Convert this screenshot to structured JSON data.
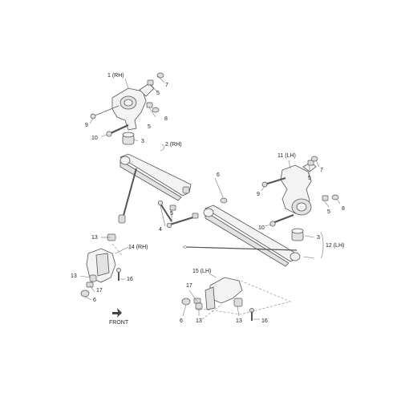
{
  "labels": {
    "knuckle_rh": "1 (RH)",
    "leaf_spring_rh": "2 (RH)",
    "knuckle_lh": "11 (LH)",
    "leaf_spring_lh": "12 (LH)",
    "bracket_rh": "14 (RH)",
    "bracket_lh": "15 (LH)",
    "front": "FRONT",
    "n3": "3",
    "n4": "4",
    "n5": "5",
    "n6": "6",
    "n7": "7",
    "n8": "8",
    "n9": "9",
    "n10": "10",
    "n13": "13",
    "n16": "16",
    "n17": "17"
  }
}
